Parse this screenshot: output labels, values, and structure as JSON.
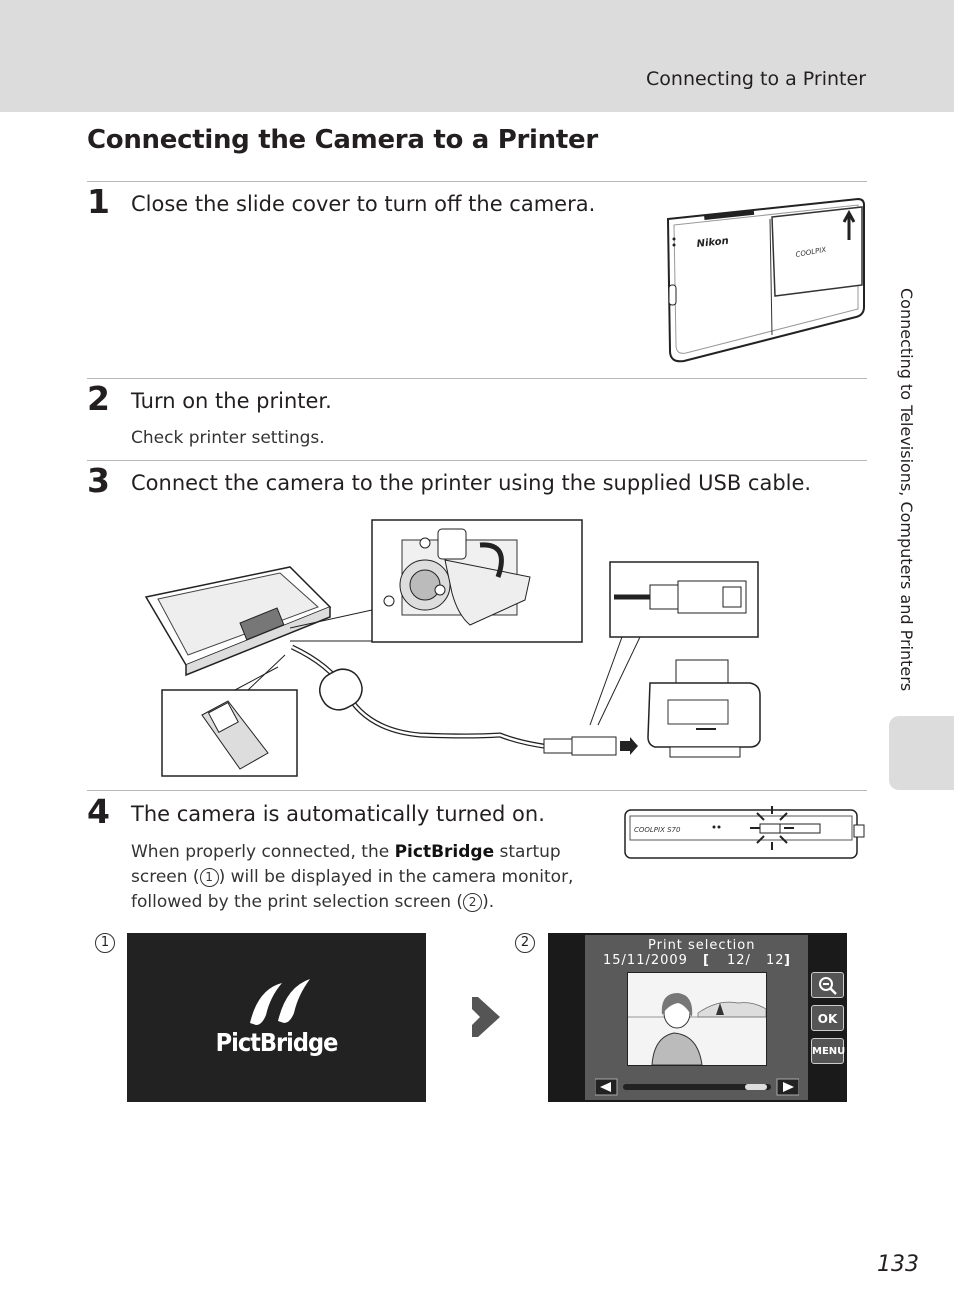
{
  "header": {
    "section": "Connecting to a Printer"
  },
  "title": "Connecting the Camera to a Printer",
  "steps": [
    {
      "number": "1",
      "text": "Close the slide cover to turn off the camera."
    },
    {
      "number": "2",
      "text": "Turn on the printer.",
      "sub": "Check printer settings."
    },
    {
      "number": "3",
      "text": "Connect the camera to the printer using the supplied USB cable."
    },
    {
      "number": "4",
      "text": "The camera is automatically turned on.",
      "para_before": "When properly connected, the ",
      "para_bold": "PictBridge",
      "para_mid1": " startup screen (",
      "ref1": "1",
      "para_mid2": ") will be displayed in the camera monitor, followed by the print selection screen (",
      "ref2": "2",
      "para_end": ")."
    }
  ],
  "camera_labels": {
    "brand": "Nikon",
    "model": "COOLPIX",
    "model_full": "COOLPIX S70"
  },
  "screens": {
    "label1": "1",
    "label2": "2",
    "pictbridge": "PictBridge",
    "print_selection": {
      "title": "Print selection",
      "date": "15/11/2009",
      "counter_open": "[",
      "counter": "12/",
      "total": "12",
      "counter_close": "]",
      "btn_ok": "OK",
      "btn_menu": "MENU"
    }
  },
  "side_tab": "Connecting to Televisions, Computers and Printers",
  "page_number": "133"
}
